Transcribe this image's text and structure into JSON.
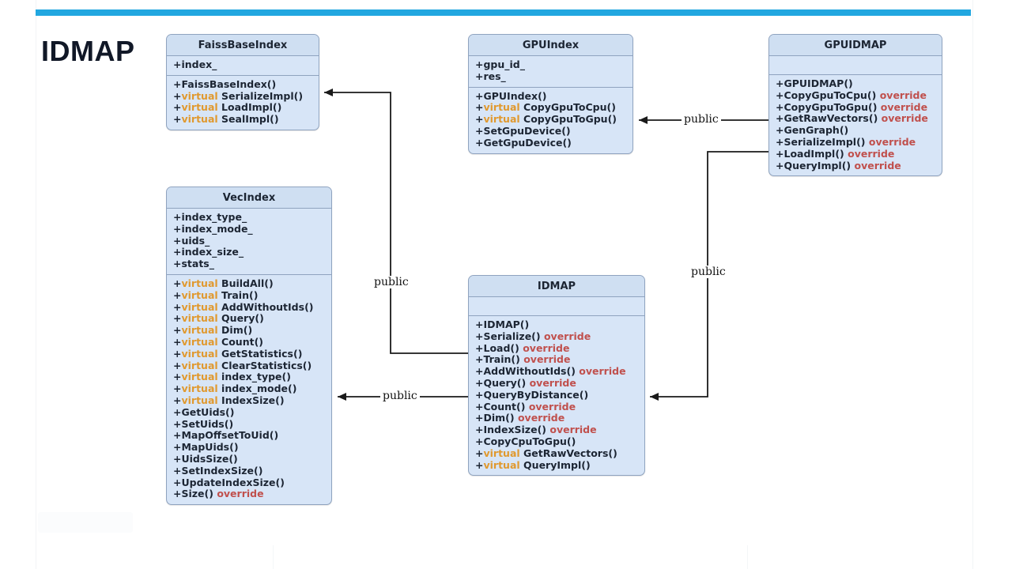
{
  "slide": {
    "title": "IDMAP",
    "accent_color": "#22A7E0",
    "box_fill": "#d7e5f7",
    "box_header_fill": "#cfdff2",
    "box_border": "#8fa3bf",
    "virtual_color": "#E0992F",
    "override_color": "#C0504D"
  },
  "classes": {
    "faiss_base_index": {
      "name": "FaissBaseIndex",
      "attributes": [
        "+index_"
      ],
      "methods_group1": [
        "+FaissBaseIndex()"
      ],
      "methods_group2": [
        {
          "prefix": "+",
          "kw": "virtual",
          "name": "SerializeImpl()"
        },
        {
          "prefix": "+",
          "kw": "virtual",
          "name": "LoadImpl()"
        },
        {
          "prefix": "+",
          "kw": "virtual",
          "name": "SealImpl()"
        }
      ]
    },
    "vec_index": {
      "name": "VecIndex",
      "attributes": [
        "+index_type_",
        "+index_mode_",
        "+uids_",
        "+index_size_",
        "+stats_"
      ],
      "methods_virtual": [
        {
          "prefix": "+",
          "kw": "virtual",
          "name": "BuildAll()"
        },
        {
          "prefix": "+",
          "kw": "virtual",
          "name": "Train()"
        },
        {
          "prefix": "+",
          "kw": "virtual",
          "name": "AddWithoutIds()"
        },
        {
          "prefix": "+",
          "kw": "virtual",
          "name": "Query()"
        },
        {
          "prefix": "+",
          "kw": "virtual",
          "name": "Dim()"
        },
        {
          "prefix": "+",
          "kw": "virtual",
          "name": "Count()"
        },
        {
          "prefix": "+",
          "kw": "virtual",
          "name": "GetStatistics()"
        },
        {
          "prefix": "+",
          "kw": "virtual",
          "name": "ClearStatistics()"
        },
        {
          "prefix": "+",
          "kw": "virtual",
          "name": "index_type()"
        },
        {
          "prefix": "+",
          "kw": "virtual",
          "name": "index_mode()"
        },
        {
          "prefix": "+",
          "kw": "virtual",
          "name": "IndexSize()"
        }
      ],
      "methods_plain": [
        "+GetUids()",
        "+SetUids()",
        "+MapOffsetToUid()",
        "+MapUids()",
        "+UidsSize()",
        "+SetIndexSize()",
        "+UpdateIndexSize()"
      ],
      "methods_override": [
        {
          "prefix": "+",
          "name": "Size()",
          "suffix": "override"
        }
      ]
    },
    "gpu_index": {
      "name": "GPUIndex",
      "attributes": [
        "+gpu_id_",
        "+res_"
      ],
      "methods_ctor": [
        "+GPUIndex()"
      ],
      "methods_virtual": [
        {
          "prefix": "+",
          "kw": "virtual",
          "name": "CopyGpuToCpu()"
        },
        {
          "prefix": "+",
          "kw": "virtual",
          "name": "CopyGpuToGpu()"
        }
      ],
      "methods_plain": [
        "+SetGpuDevice()",
        "+GetGpuDevice()"
      ]
    },
    "gpuidmap": {
      "name": "GPUIDMAP",
      "attributes": [],
      "methods_ctor": [
        "+GPUIDMAP()"
      ],
      "methods_override1": [
        {
          "prefix": "+",
          "name": "CopyGpuToCpu()",
          "suffix": "override"
        },
        {
          "prefix": "+",
          "name": "CopyGpuToGpu()",
          "suffix": "override"
        },
        {
          "prefix": "+",
          "name": "GetRawVectors()",
          "suffix": "override"
        }
      ],
      "methods_override2": [
        {
          "prefix": "+",
          "name": "GenGraph()",
          "suffix": ""
        },
        {
          "prefix": "+",
          "name": "SerializeImpl()",
          "suffix": "override"
        },
        {
          "prefix": "+",
          "name": "LoadImpl()",
          "suffix": "override"
        },
        {
          "prefix": "+",
          "name": "QueryImpl()",
          "suffix": "override"
        }
      ]
    },
    "idmap": {
      "name": "IDMAP",
      "attributes": [],
      "methods_ctor": [
        "+IDMAP()"
      ],
      "methods_override": [
        {
          "prefix": "+",
          "name": "Serialize()",
          "suffix": "override"
        },
        {
          "prefix": "+",
          "name": "Load()",
          "suffix": "override"
        },
        {
          "prefix": "+",
          "name": "Train()",
          "suffix": "override"
        },
        {
          "prefix": "+",
          "name": "AddWithoutIds()",
          "suffix": "override"
        },
        {
          "prefix": "+",
          "name": "Query()",
          "suffix": "override"
        },
        {
          "prefix": "+",
          "name": "QueryByDistance()",
          "suffix": ""
        },
        {
          "prefix": "+",
          "name": "Count()",
          "suffix": "override"
        },
        {
          "prefix": "+",
          "name": "Dim()",
          "suffix": "override"
        },
        {
          "prefix": "+",
          "name": "IndexSize()",
          "suffix": "override"
        }
      ],
      "methods_plain": [
        "+CopyCpuToGpu()"
      ],
      "methods_virtual": [
        {
          "prefix": "+",
          "kw": "virtual",
          "name": "GetRawVectors()"
        },
        {
          "prefix": "+",
          "kw": "virtual",
          "name": "QueryImpl()"
        }
      ]
    }
  },
  "edges": [
    {
      "id": "idmap-to-faissbaseindex",
      "label": "public"
    },
    {
      "id": "idmap-to-vecindex",
      "label": "public"
    },
    {
      "id": "gpuidmap-to-gpuindex",
      "label": "public"
    },
    {
      "id": "gpuidmap-to-idmap",
      "label": "public"
    }
  ]
}
